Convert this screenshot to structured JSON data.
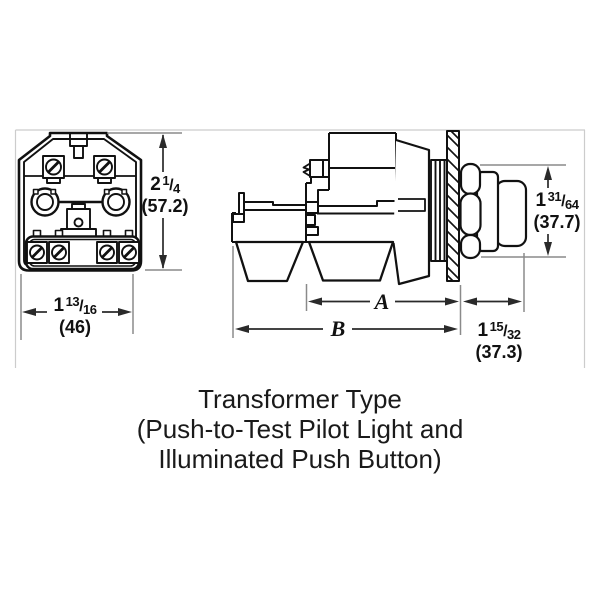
{
  "figure": {
    "caption": {
      "lines": [
        "Transformer Type",
        "(Push-to-Test Pilot Light and",
        "Illuminated Push Button)"
      ]
    },
    "dimensions": {
      "height": {
        "whole": "2",
        "num": "1",
        "den": "4",
        "metric": "(57.2)"
      },
      "width": {
        "whole": "1",
        "num": "13",
        "den": "16",
        "metric": "(46)"
      },
      "depth_a": {
        "label": "A"
      },
      "depth_b": {
        "label": "B"
      },
      "front_diameter": {
        "whole": "1",
        "num": "31",
        "den": "64",
        "metric": "(37.7)"
      },
      "front_projection": {
        "whole": "1",
        "num": "15",
        "den": "32",
        "metric": "(37.3)"
      }
    },
    "colors": {
      "part_line": "#111111",
      "dimension_line": "#2a2a2a",
      "extension_line": "#8a8a8a",
      "faint_border": "#cccccc",
      "text": "#1a1a1a"
    }
  }
}
